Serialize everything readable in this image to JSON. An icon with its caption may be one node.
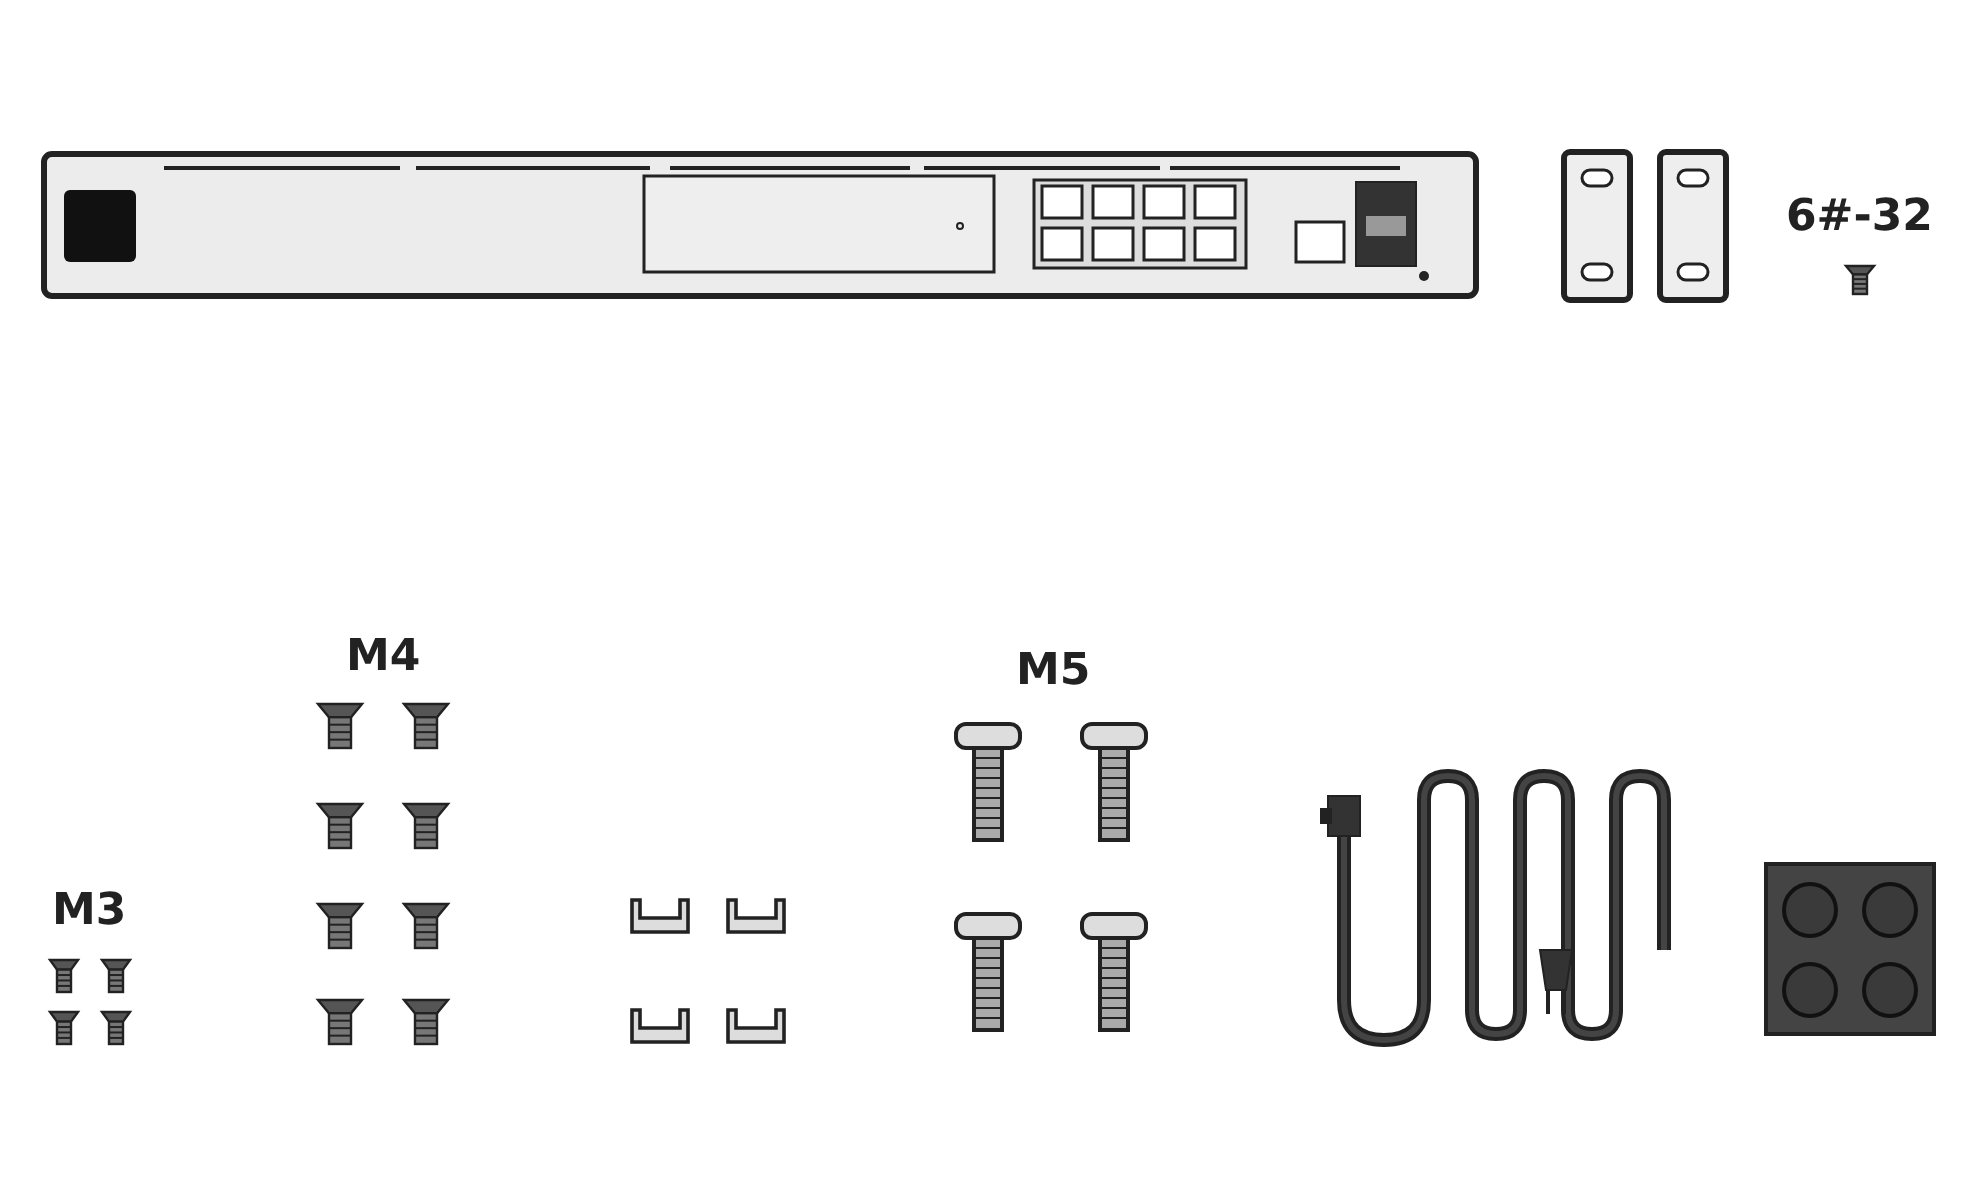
{
  "diagram": {
    "labels": [
      "6#-32",
      "M4",
      "M5",
      "M3"
    ]
  }
}
